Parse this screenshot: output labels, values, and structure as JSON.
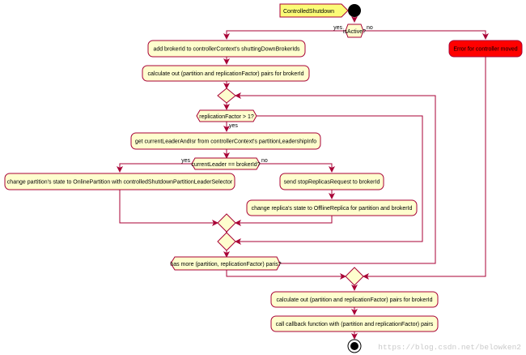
{
  "colors": {
    "activity_fill": "#FEFECE",
    "activity_border": "#A80036",
    "arrow": "#A80036",
    "error_fill": "#FF0000",
    "note_fill": "#FBFB77",
    "terminal": "#000000",
    "watermark": "#c9c9c9"
  },
  "note": {
    "text": "ControlledShutdown"
  },
  "decisions": {
    "is_active": {
      "label": "isActive?",
      "yes": "yes",
      "no": "no"
    },
    "replication_factor": {
      "label": "replicationFactor > 1?",
      "yes": "yes"
    },
    "current_leader": {
      "label": "currentLeader == brokerId?",
      "yes": "yes",
      "no": "no"
    },
    "has_more": {
      "label": "has more (partition, replicationFactor) paris?"
    }
  },
  "activities": {
    "add_broker_id": "add brokerId to controllerContext's shuttingDownBrokerIds",
    "calc_pairs_1": "calculate out (partition and replicationFactor) pairs for brokerId",
    "get_leader_isr": "get currentLeaderAndIsr from controllerContext's partitionLeadershipInfo",
    "change_partition_state": "change partition's state to OnlinePartition with controlledShutdownPartitionLeaderSelector",
    "send_stop_replicas": "send stopReplicasRequest to brokerId",
    "change_replica_state": "change replica's state to OfflineReplica for partition and brokerId",
    "calc_pairs_2": "calculate out (partition and replicationFactor) pairs for brokerId",
    "callback": "call callback function with (partition and replicationFactor) pairs",
    "error": "Error for controller moved"
  },
  "watermark": "https://blog.csdn.net/belowken2"
}
